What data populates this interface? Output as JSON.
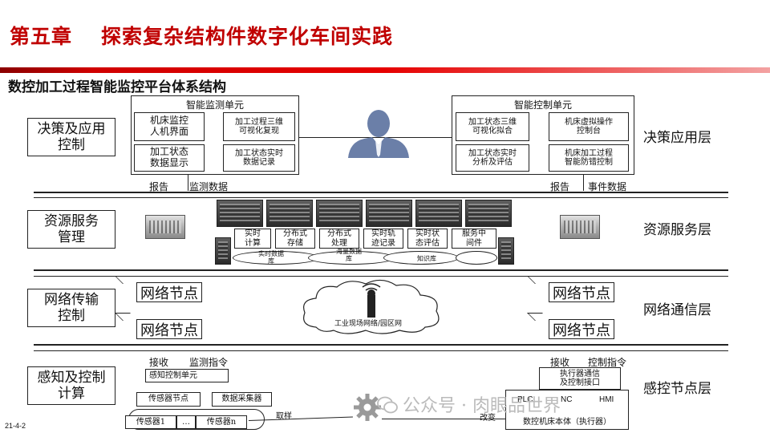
{
  "header": {
    "chapter": "第五章",
    "title": "探索复杂结构件数字化车间实践",
    "subtitle": "数控加工过程智能监控平台体系结构"
  },
  "side_labels": [
    "决策及应用\n控制",
    "资源服务\n管理",
    "网络传输\n控制",
    "感知及控制\n计算"
  ],
  "layer_labels": [
    "决策应用层",
    "资源服务层",
    "网络通信层",
    "感控节点层"
  ],
  "monitor_unit": {
    "title": "智能监测单元",
    "cells": [
      "机床监控\n人机界面",
      "加工过程三维\n可视化复现",
      "加工状态\n数据显示",
      "加工状态实时\n数据记录"
    ]
  },
  "control_unit": {
    "title": "智能控制单元",
    "cells": [
      "加工状态三维\n可视化拟合",
      "机床虚拟操作\n控制台",
      "加工状态实时\n分析及评估",
      "机床加工过程\n智能防错控制"
    ]
  },
  "flows": {
    "left_top": [
      "报告",
      "监测数据"
    ],
    "right_top": [
      "报告",
      "事件数据"
    ],
    "left_bottom": [
      "接收",
      "监测指令"
    ],
    "right_bottom": [
      "接收",
      "控制指令"
    ]
  },
  "services": [
    "实时\n计算",
    "分布式\n存储",
    "分布式\n处理",
    "实时轨\n迹记录",
    "实时状\n态评估",
    "服务中\n间件"
  ],
  "databases": [
    "实时数据\n库",
    "海量数据\n库",
    "知识库"
  ],
  "network": {
    "node_label": "网络节点",
    "cloud_label": "工业现场网络/园区网"
  },
  "sensing": {
    "unit": "感知控制单元",
    "sensor_node": "传感器节点",
    "collector": "数据采集器",
    "sensor_1": "传感器1",
    "ellipsis": "…",
    "sensor_n": "传感器n",
    "sample": "取样",
    "change": "改变",
    "exec_interface": "执行器通信\n及控制接口",
    "plc": "PLC",
    "nc": "NC",
    "hmi": "HMI",
    "machine_body": "数控机床本体（执行器）"
  },
  "footer": {
    "date": "21-4-2"
  },
  "watermark": "公众号 · 肉眼品世界",
  "colors": {
    "brand_red": "#c00000",
    "avatar": "#6b7fa8",
    "gear": "#9a9a9a"
  }
}
